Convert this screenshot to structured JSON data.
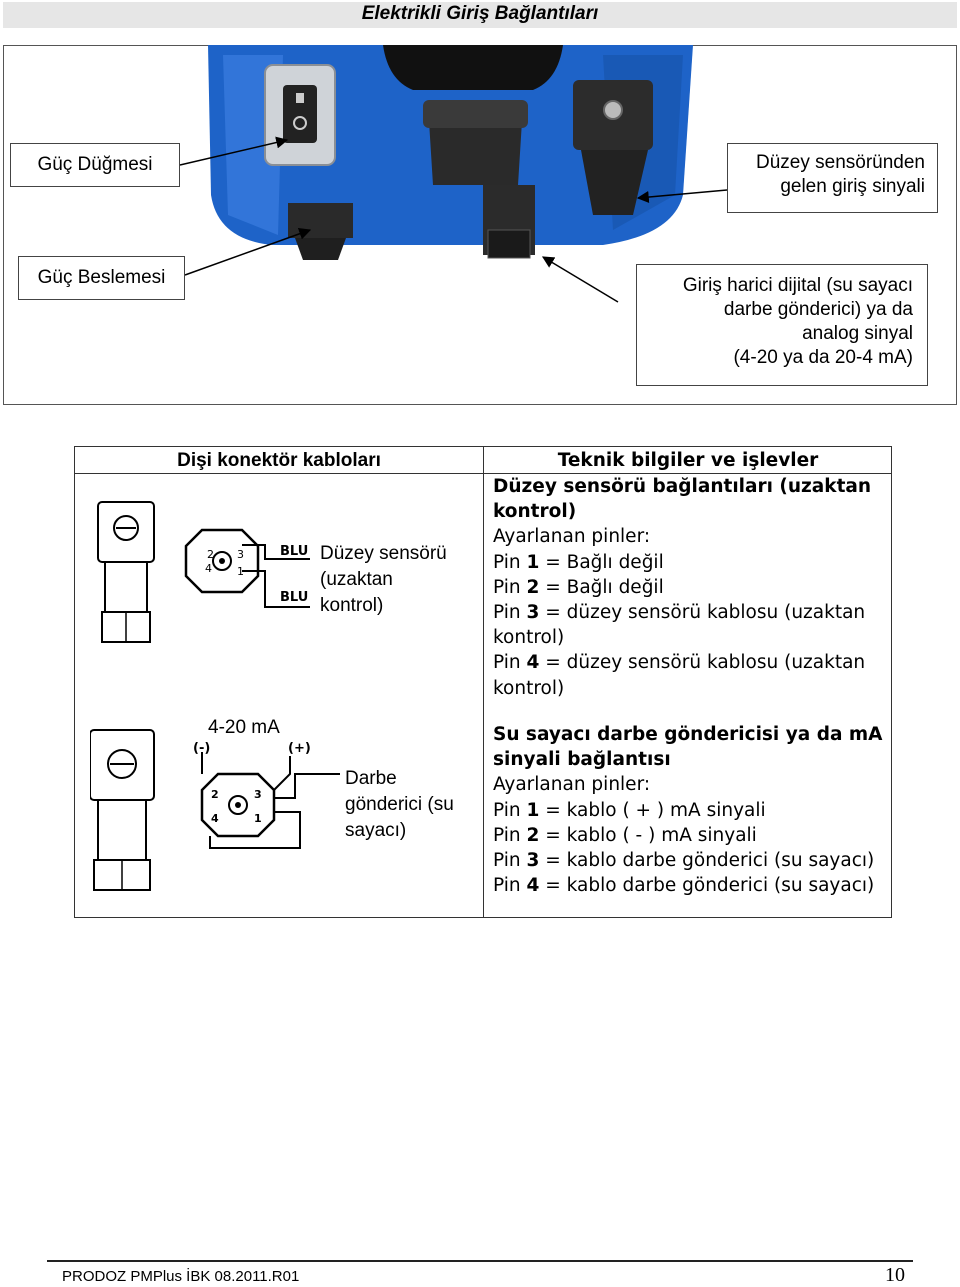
{
  "page_title": "Elektrikli Giriş Bağlantıları",
  "photo_labels": {
    "power_switch": "Güç Düğmesi",
    "power_supply": "Güç Beslemesi",
    "level_sensor_input": [
      "Düzey sensöründen",
      "gelen giriş sinyali"
    ],
    "external_input": [
      "Giriş harici dijital (su sayacı",
      "darbe gönderici) ya da",
      "analog sinyal",
      "(4-20 ya da 20-4 mA)"
    ]
  },
  "table": {
    "left_header": "Dişi konektör kabloları",
    "right_header": "Teknik bilgiler ve işlevler",
    "row1": {
      "wire_label_top": "BLU",
      "wire_label_bottom": "BLU",
      "pin_numbers": [
        "2",
        "3",
        "4",
        "1"
      ],
      "caption": [
        "Düzey sensörü",
        "(uzaktan",
        "kontrol)"
      ],
      "heading": [
        "Düzey sensörü bağlantıları (uzaktan",
        "kontrol)"
      ],
      "intro": "Ayarlanan pinler:",
      "pins": [
        {
          "prefix": "Pin ",
          "num": "1",
          "text": " = Bağlı değil"
        },
        {
          "prefix": "Pin ",
          "num": "2",
          "text": " = Bağlı değil"
        },
        {
          "prefix": "Pin ",
          "num": "3",
          "text": " = düzey sensörü kablosu (uzaktan"
        },
        {
          "prefix": "",
          "num": "",
          "text": "kontrol)"
        },
        {
          "prefix": "Pin ",
          "num": "4",
          "text": " = düzey sensörü kablosu (uzaktan"
        },
        {
          "prefix": "",
          "num": "",
          "text": "kontrol)"
        }
      ]
    },
    "row2": {
      "top_label": "4-20 mA",
      "minus": "(-)",
      "plus": "(+)",
      "pin_numbers": [
        "2",
        "3",
        "4",
        "1"
      ],
      "caption": [
        "Darbe",
        "gönderici (su",
        "sayacı)"
      ],
      "heading": [
        "Su sayacı darbe göndericisi ya da mA",
        "sinyali bağlantısı"
      ],
      "intro": "Ayarlanan pinler:",
      "pins": [
        {
          "prefix": "Pin ",
          "num": "1",
          "text": " = kablo ( + ) mA sinyali"
        },
        {
          "prefix": "Pin ",
          "num": "2",
          "text": " = kablo ( - ) mA sinyali"
        },
        {
          "prefix": "Pin ",
          "num": "3",
          "text": " = kablo darbe gönderici (su sayacı)"
        },
        {
          "prefix": "Pin ",
          "num": "4",
          "text": " = kablo darbe gönderici (su sayacı)"
        }
      ]
    }
  },
  "footer": {
    "left": "PRODOZ PMPlus İBK 08.2011.R01",
    "page_number": "10"
  },
  "colors": {
    "pump_blue": "#1e63c8",
    "pump_dark": "#1a1a1a",
    "title_bar": "#e6e6e6"
  }
}
